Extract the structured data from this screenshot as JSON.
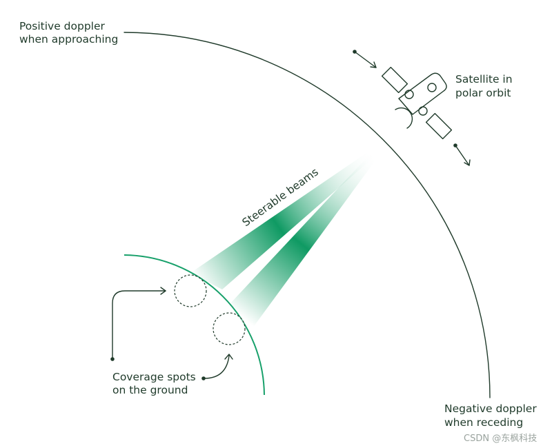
{
  "labels": {
    "positive_line1": "Positive doppler",
    "positive_line2": "when approaching",
    "satellite_line1": "Satellite in",
    "satellite_line2": "polar orbit",
    "beams": "Steerable beams",
    "coverage_line1": "Coverage spots",
    "coverage_line2": "on the ground",
    "negative_line1": "Negative doppler",
    "negative_line2": "when receding"
  },
  "watermark": "CSDN @东枫科技",
  "colors": {
    "ink": "#1f3a2a",
    "ground": "#17a06a",
    "beam": "#0f9a63"
  }
}
